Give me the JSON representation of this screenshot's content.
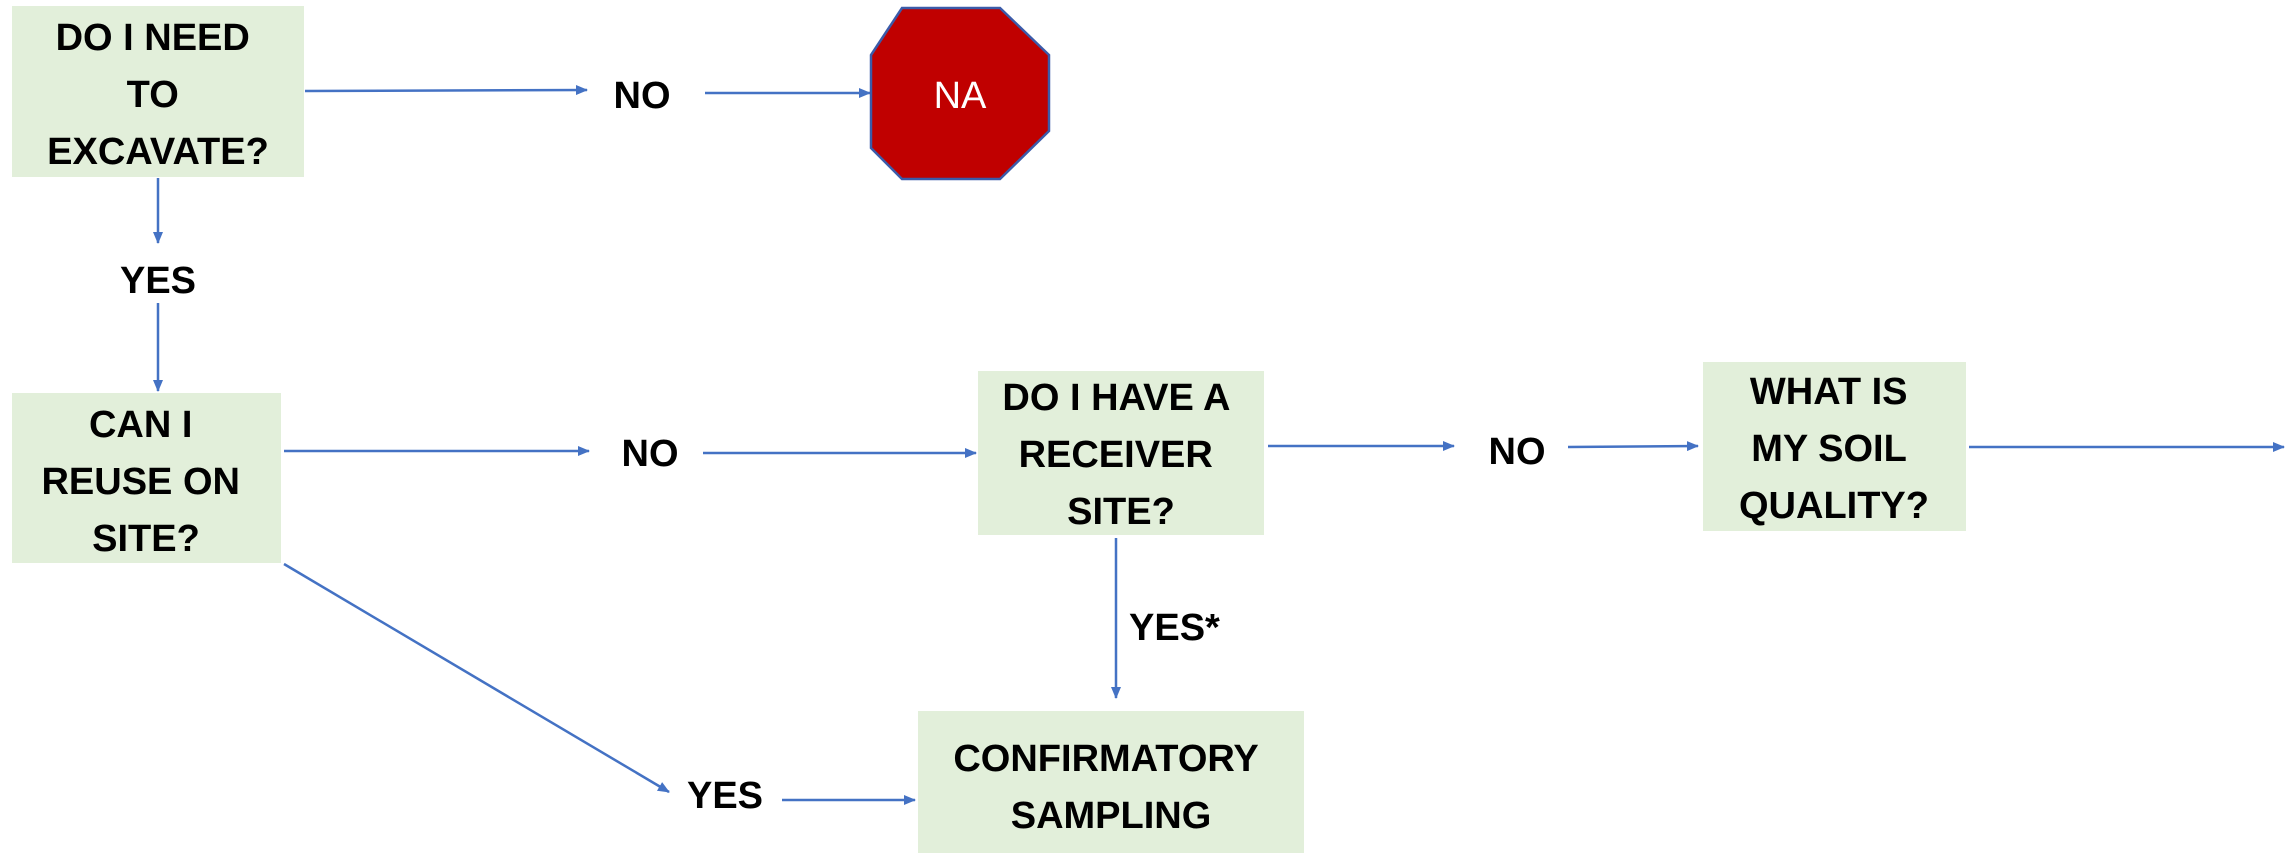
{
  "colors": {
    "box_fill": "#e2efda",
    "arrow": "#4472c4",
    "stop_fill": "#c00000",
    "stop_border": "#3b5ba9",
    "text": "#000000"
  },
  "nodes": {
    "need_excavate": {
      "lines": [
        "DO I NEED",
        "TO",
        "EXCAVATE?"
      ]
    },
    "reuse_on_site": {
      "lines": [
        "CAN I",
        "REUSE ON",
        "SITE?"
      ]
    },
    "receiver_site": {
      "lines": [
        "DO I HAVE A",
        "RECEIVER",
        "SITE?"
      ]
    },
    "soil_quality": {
      "lines": [
        "WHAT IS",
        "MY SOIL",
        "QUALITY?"
      ]
    },
    "confirmatory_sampling": {
      "lines": [
        "CONFIRMATORY",
        "SAMPLING"
      ]
    },
    "stop_na": {
      "label": "NA"
    }
  },
  "edge_labels": {
    "excavate_no": "NO",
    "excavate_yes": "YES",
    "reuse_no": "NO",
    "reuse_yes": "YES",
    "receiver_no": "NO",
    "receiver_yes": "YES*"
  },
  "edges": [
    {
      "from": "need_excavate",
      "label": "excavate_no",
      "to": "stop_na"
    },
    {
      "from": "need_excavate",
      "label": "excavate_yes",
      "to": "reuse_on_site"
    },
    {
      "from": "reuse_on_site",
      "label": "reuse_no",
      "to": "receiver_site"
    },
    {
      "from": "reuse_on_site",
      "label": "reuse_yes",
      "to": "confirmatory_sampling"
    },
    {
      "from": "receiver_site",
      "label": "receiver_no",
      "to": "soil_quality"
    },
    {
      "from": "receiver_site",
      "label": "receiver_yes",
      "to": "confirmatory_sampling"
    },
    {
      "from": "soil_quality",
      "label": "",
      "to": ""
    }
  ]
}
